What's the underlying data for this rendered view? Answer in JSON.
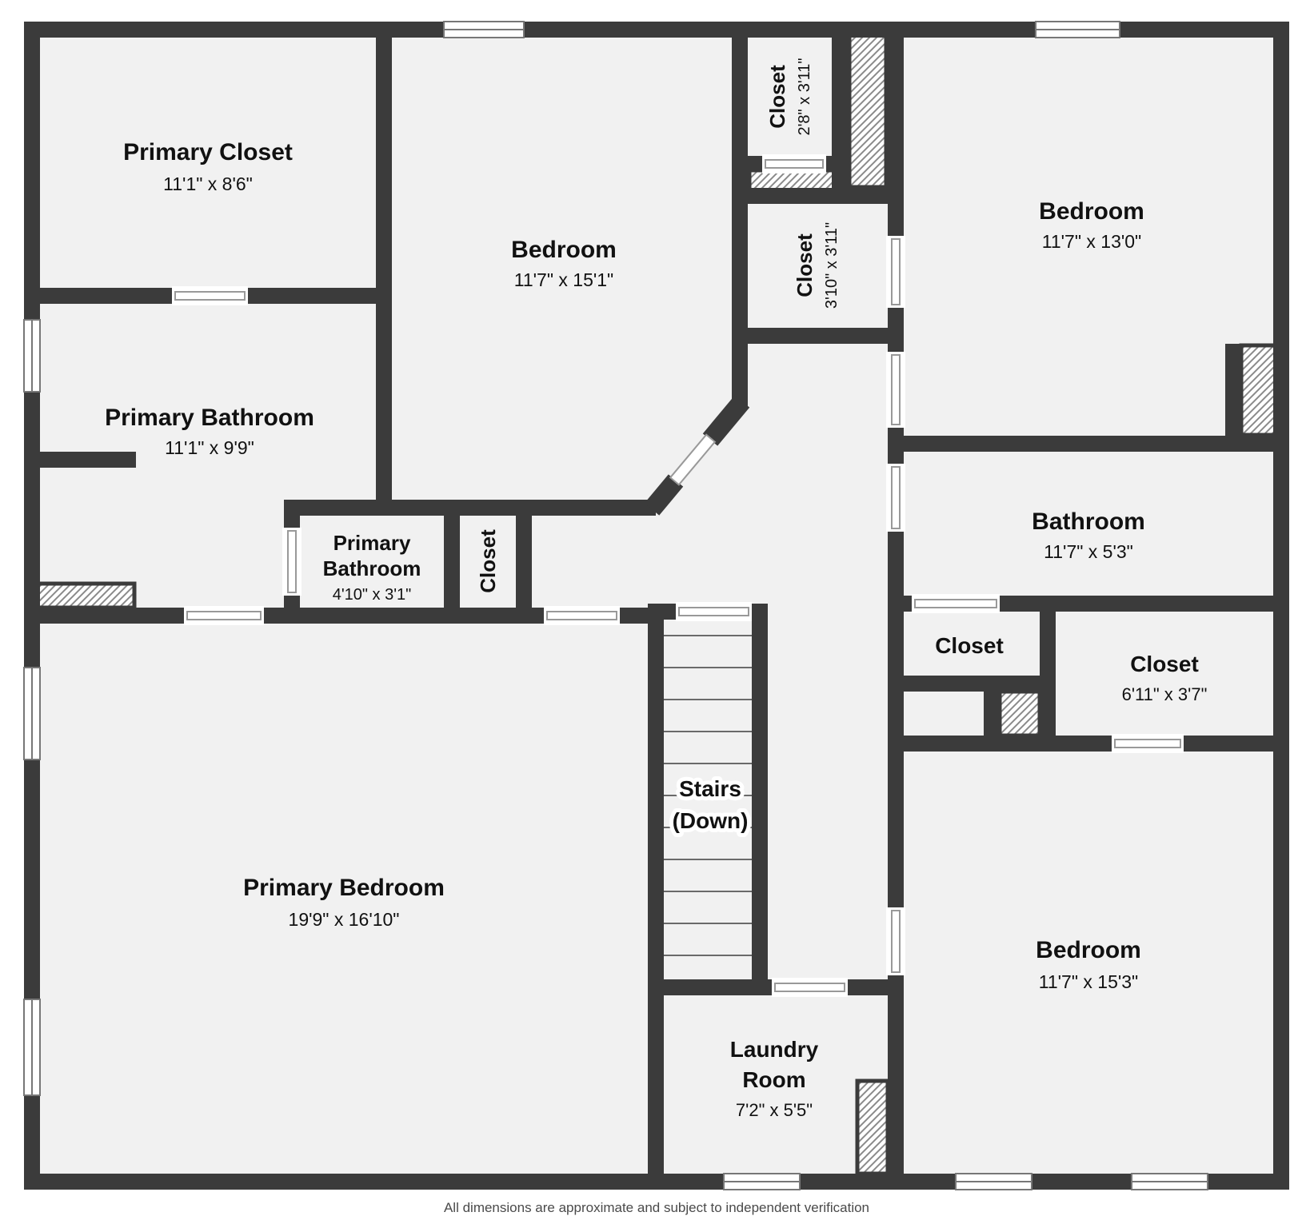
{
  "plan": {
    "rooms": {
      "primary_closet": {
        "name": "Primary Closet",
        "dims": "11'1\" x 8'6\""
      },
      "bedroom_top": {
        "name": "Bedroom",
        "dims": "11'7\" x 15'1\""
      },
      "closet_top": {
        "name": "Closet",
        "dims": "2'8\" x 3'11\""
      },
      "bedroom_top_right": {
        "name": "Bedroom",
        "dims": "11'7\" x 13'0\""
      },
      "closet_middle": {
        "name": "Closet",
        "dims": "3'10\" x 3'11\""
      },
      "primary_bathroom": {
        "name": "Primary Bathroom",
        "dims": "11'1\" x 9'9\""
      },
      "primary_bathroom_small": {
        "line1": "Primary",
        "line2": "Bathroom",
        "dims": "4'10\" x 3'1\""
      },
      "closet_hall_small": {
        "name": "Closet"
      },
      "bathroom": {
        "name": "Bathroom",
        "dims": "11'7\" x 5'3\""
      },
      "closet_hall": {
        "name": "Closet"
      },
      "closet_right": {
        "name": "Closet",
        "dims": "6'11\" x 3'7\""
      },
      "primary_bedroom": {
        "name": "Primary Bedroom",
        "dims": "19'9\" x 16'10\""
      },
      "stairs": {
        "line1": "Stairs",
        "line2": "(Down)"
      },
      "laundry": {
        "line1": "Laundry",
        "line2": "Room",
        "dims": "7'2\" x 5'5\""
      },
      "bedroom_bottom_right": {
        "name": "Bedroom",
        "dims": "11'7\" x 15'3\""
      }
    },
    "footer": "All dimensions are approximate and subject to independent verification",
    "colors": {
      "wall": "#3b3b3b",
      "floor": "#f1f1f1",
      "hatch_line": "#8a8a8a",
      "text": "#111111"
    }
  }
}
